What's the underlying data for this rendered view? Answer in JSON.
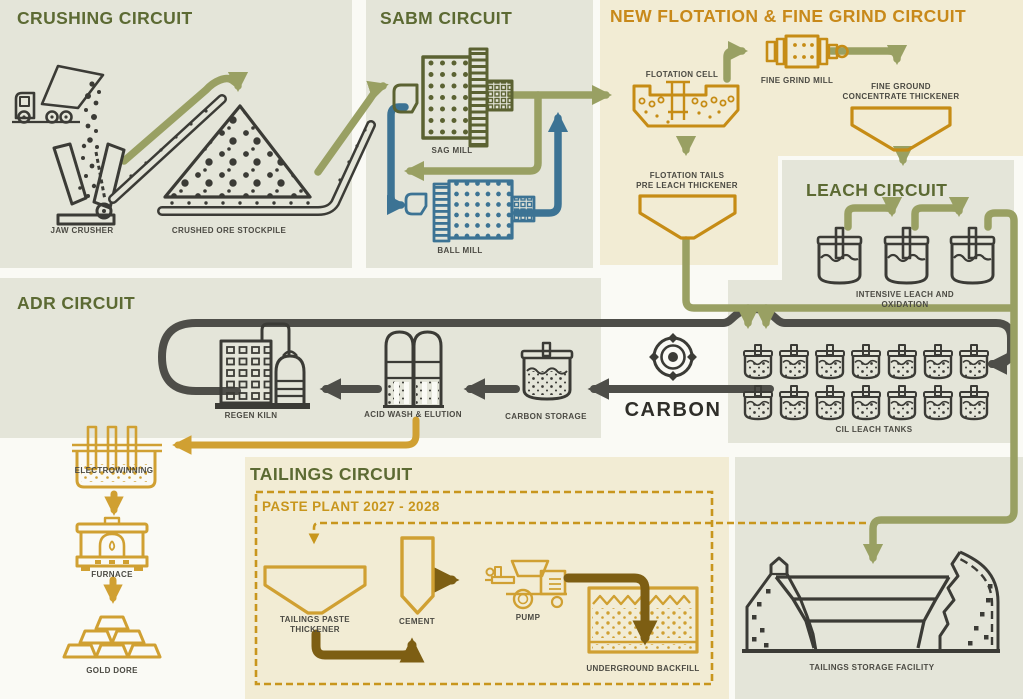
{
  "palette": {
    "olive_arrow": "#99a063",
    "olive_dark": "#5b6232",
    "sage_panel": "#e4e5d9",
    "cream_panel": "#f2ecd4",
    "orange": "#c68c15",
    "gold": "#d0a032",
    "dark": "#3b3b36",
    "pipe_dark": "#4e4e49",
    "blue": "#3c7394",
    "brown": "#7d5e13",
    "dashed_gold": "#c8961d",
    "title_green": "#5c6a33"
  },
  "sections": {
    "crushing": {
      "title": "CRUSHING CIRCUIT"
    },
    "sabm": {
      "title": "SABM CIRCUIT"
    },
    "flotation": {
      "title": "NEW FLOTATION & FINE GRIND CIRCUIT"
    },
    "leach": {
      "title": "LEACH CIRCUIT"
    },
    "adr": {
      "title": "ADR CIRCUIT"
    },
    "tailings": {
      "title": "TAILINGS CIRCUIT"
    },
    "paste_plant": {
      "title": "PASTE PLANT 2027 - 2028"
    }
  },
  "nodes": {
    "jaw_crusher": "JAW CRUSHER",
    "crushed_ore_stockpile": "CRUSHED ORE STOCKPILE",
    "sag_mill": "SAG MILL",
    "ball_mill": "BALL MILL",
    "flotation_cell": "FLOTATION CELL",
    "fine_grind_mill": "FINE GRIND MILL",
    "fine_ground_concentrate_thickener": "FINE GROUND\nCONCENTRATE THICKENER",
    "flotation_tails_pre_leach_thickener": "FLOTATION TAILS\nPRE LEACH THICKENER",
    "intensive_leach_and_oxidation": "INTENSIVE LEACH AND OXIDATION",
    "regen_kiln": "REGEN KILN",
    "acid_wash_elution": "ACID WASH & ELUTION",
    "carbon_storage": "CARBON STORAGE",
    "carbon": "CARBON",
    "cil_leach_tanks": "CIL LEACH TANKS",
    "electrowinning": "ELECTROWINNING",
    "furnace": "FURNACE",
    "gold_dore": "GOLD DORE",
    "tailings_paste_thickener": "TAILINGS PASTE\nTHICKENER",
    "cement": "CEMENT",
    "pump": "PUMP",
    "underground_backfill": "UNDERGROUND BACKFILL",
    "tailings_storage_facility": "TAILINGS STORAGE FACILITY"
  }
}
